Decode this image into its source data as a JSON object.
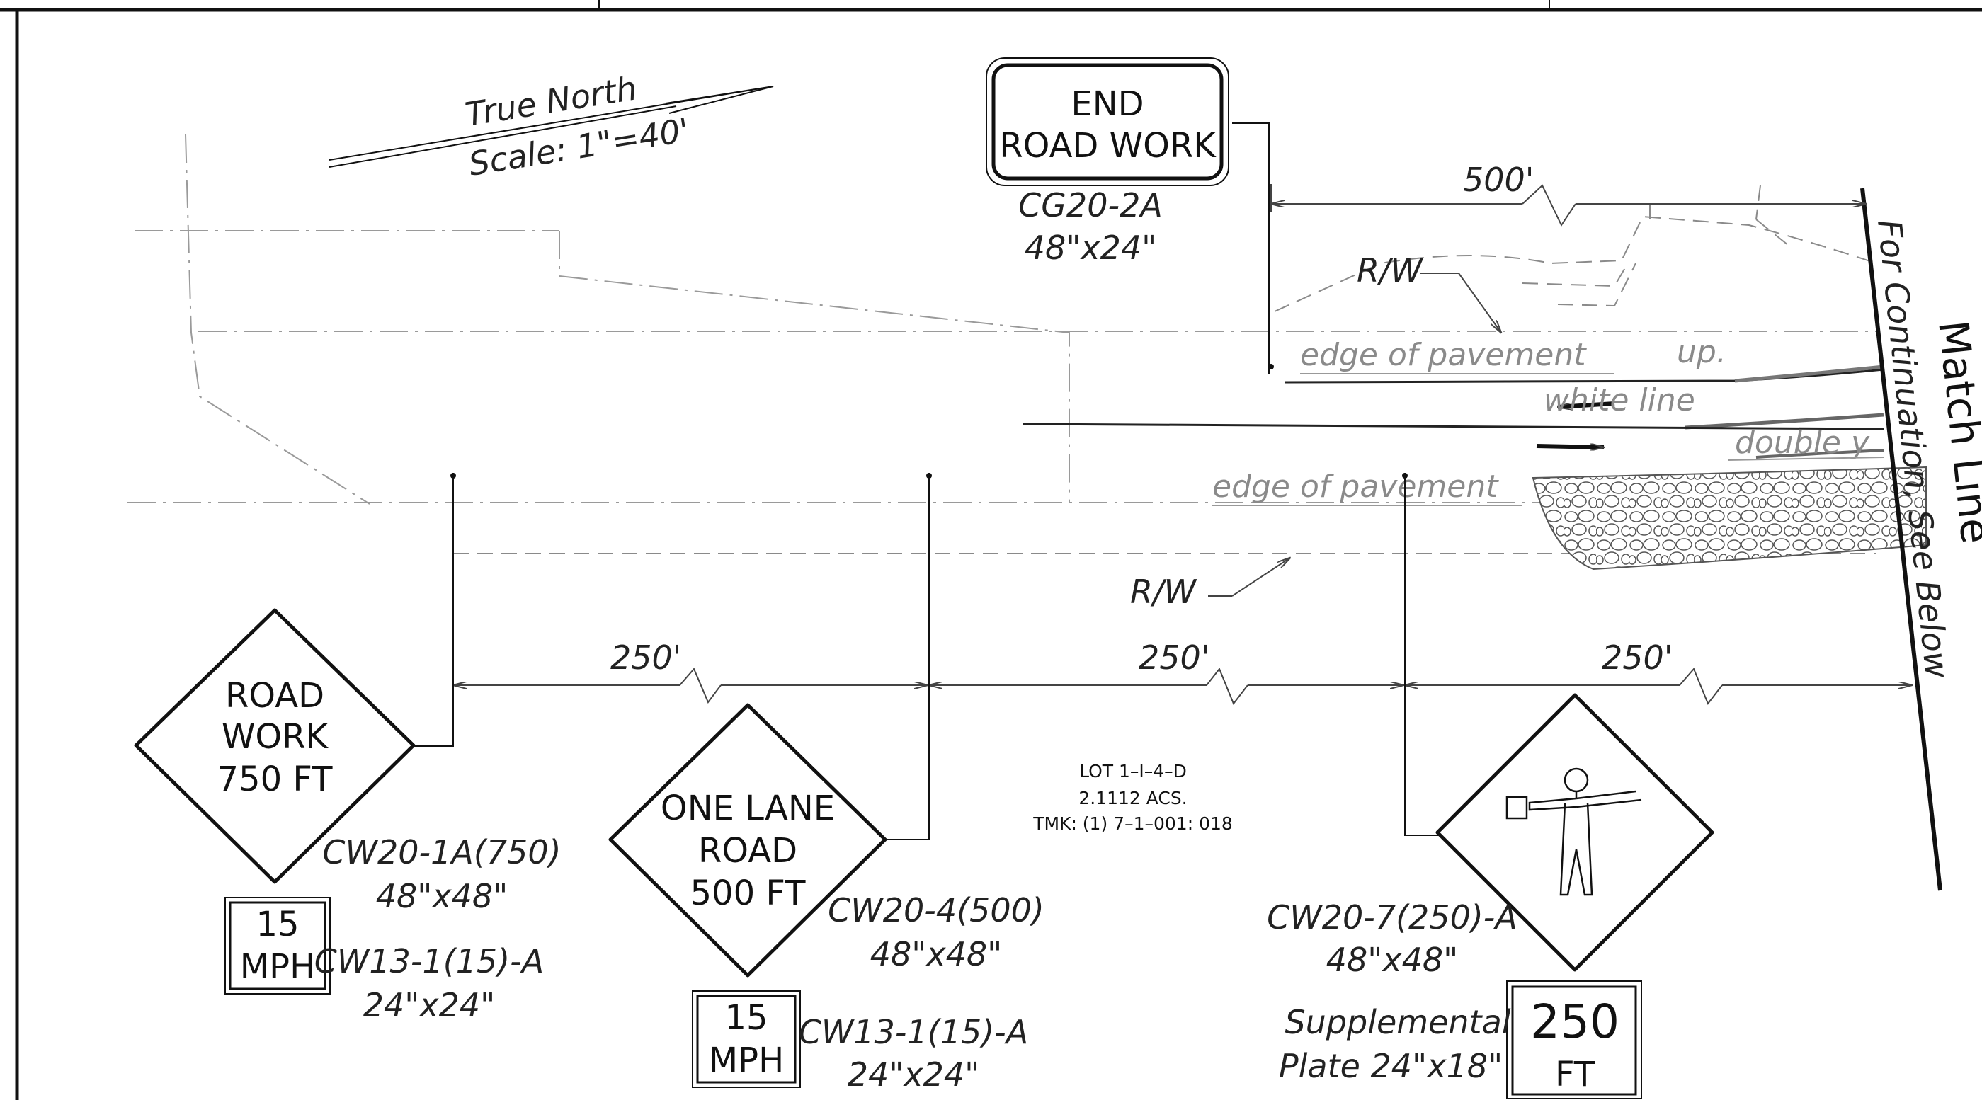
{
  "north_arrow": {
    "label": "True North",
    "scale": "Scale: 1\"=40'"
  },
  "match_line": {
    "title": "Match Line",
    "subtitle": "For Continuation, See Below"
  },
  "road_labels": {
    "edge_top": "edge  of  pavement",
    "edge_bottom": "edge  of  pavement",
    "white_line": "white  line",
    "double_y": "double  y",
    "up": "up.",
    "rw_top": "R/W",
    "rw_bottom": "R/W"
  },
  "dimensions": {
    "end_span": "500'",
    "span1": "250'",
    "span2": "250'",
    "span3": "250'"
  },
  "lot": {
    "line1": "LOT 1–I–4–D",
    "line2": "2.1112 ACS.",
    "line3": "TMK: (1) 7–1–001: 018"
  },
  "signs": {
    "end_road_work": {
      "line1": "END",
      "line2": "ROAD  WORK",
      "code": "CG20-2A",
      "size": "48\"x24\""
    },
    "road_work": {
      "line1": "ROAD",
      "line2": "WORK",
      "line3": "750  FT",
      "code": "CW20-1A(750)",
      "size": "48\"x48\""
    },
    "speed1": {
      "line1": "15",
      "line2": "MPH",
      "code": "CW13-1(15)-A",
      "size": "24\"x24\""
    },
    "one_lane": {
      "line1": "ONE  LANE",
      "line2": "ROAD",
      "line3": "500  FT",
      "code": "CW20-4(500)",
      "size": "48\"x48\""
    },
    "speed2": {
      "line1": "15",
      "line2": "MPH",
      "code": "CW13-1(15)-A",
      "size": "24\"x24\""
    },
    "flagger": {
      "icon": "flagger-icon",
      "code": "CW20-7(250)-A",
      "size": "48\"x48\""
    },
    "plate": {
      "line1": "250",
      "line2": "FT",
      "label1": "Supplemental",
      "label2": "Plate  24\"x18\""
    }
  }
}
